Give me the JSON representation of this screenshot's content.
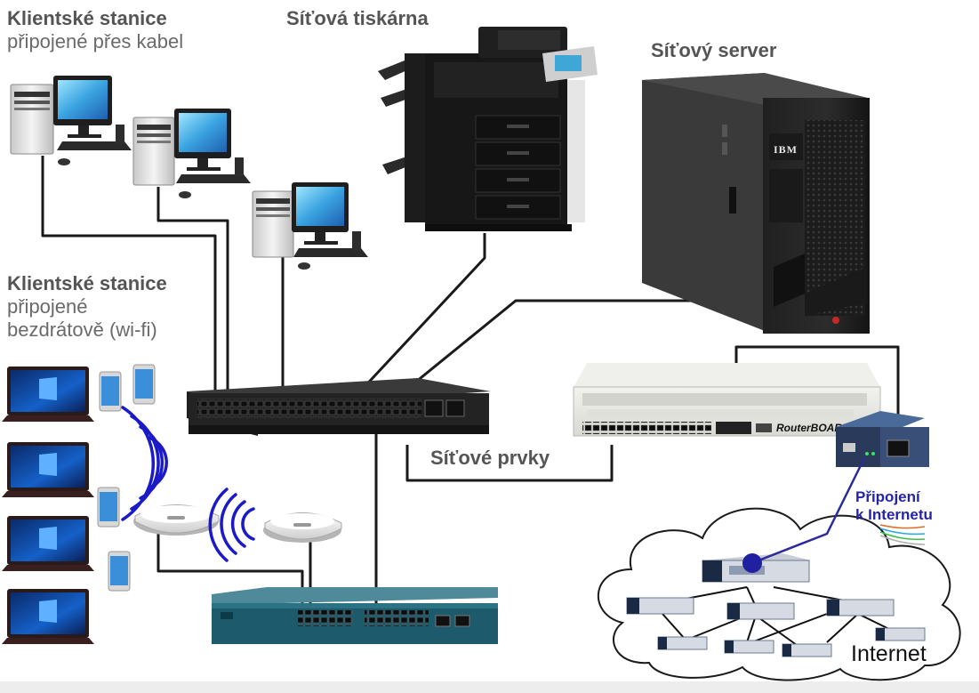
{
  "labels": {
    "wired_clients_title": "Klientské stanice",
    "wired_clients_sub": "připojené přes kabel",
    "printer": "Síťová tiskárna",
    "server": "Síťový server",
    "wifi_clients_title": "Klientské stanice",
    "wifi_clients_sub1": "připojené",
    "wifi_clients_sub2": "bezdrátově (wi-fi)",
    "network_devices": "Síťové prvky",
    "internet_connection_1": "Připojení",
    "internet_connection_2": "k Internetu",
    "internet": "Internet",
    "server_brand": "IBM",
    "router_brand": "RouterBOARD"
  },
  "colors": {
    "cable": "#1a1a1a",
    "wifi_waves": "#1a1ac8",
    "internet_link": "#2b2b9a",
    "internet_label": "#2424a8",
    "device_dark": "#1e1e1e",
    "switch_teal": "#1d5a6b",
    "router_grey": "#e6e6e2"
  },
  "icons": [
    "desktop-pc-icon",
    "laptop-icon",
    "smartphone-icon",
    "printer-icon",
    "server-tower-icon",
    "switch-icon",
    "router-icon",
    "access-point-icon",
    "wifi-waves-icon",
    "media-converter-icon",
    "cloud-icon"
  ]
}
